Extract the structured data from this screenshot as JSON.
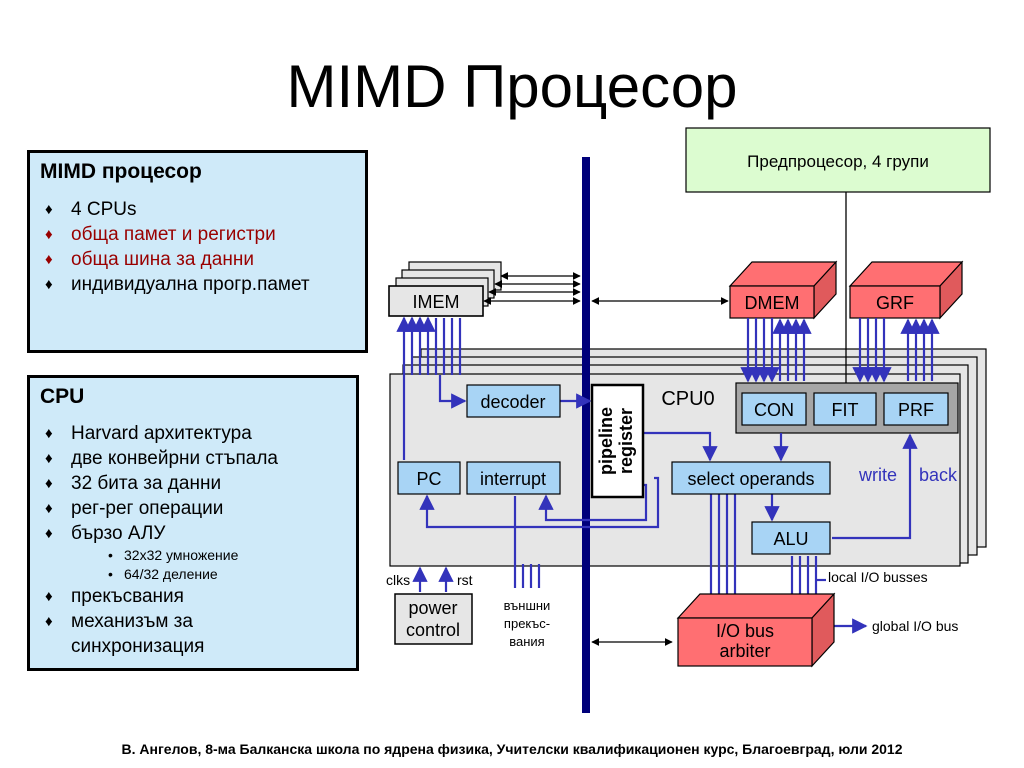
{
  "title": "MIMD Процесор",
  "panel_mimd": {
    "heading": "MIMD процесор",
    "items": [
      "4 CPUs",
      "обща памет и регистри",
      "обща шина за данни",
      "индивидуална прогр.памет"
    ]
  },
  "panel_cpu": {
    "heading": "CPU",
    "items": [
      "Harvard архитектура",
      "две конвейрни стъпала",
      "32 бита за данни",
      "рег-рег операции",
      "бързо АЛУ"
    ],
    "sub_items": [
      "32x32 умножение",
      "64/32 деление"
    ],
    "items2": [
      "прекъсвания",
      "механизъм за",
      "синхронизация"
    ]
  },
  "diagram": {
    "preprocessor": "Предпроцесор, 4 групи",
    "imem": "IMEM",
    "dmem": "DMEM",
    "grf": "GRF",
    "cpu0": "CPU0",
    "decoder": "decoder",
    "pipeline_register": [
      "pipeline",
      "register"
    ],
    "con": "CON",
    "fit": "FIT",
    "prf": "PRF",
    "pc": "PC",
    "interrupt": "interrupt",
    "select_operands": "select operands",
    "write": "write",
    "back": "back",
    "alu": "ALU",
    "clks": "clks",
    "rst": "rst",
    "power_control": [
      "power",
      "control"
    ],
    "external_interrupts": [
      "външни",
      "прекъс-",
      "вания"
    ],
    "local_io": "local I/O busses",
    "io_bus_arbiter": [
      "I/O bus",
      "arbiter"
    ],
    "global_io": "global I/O bus"
  },
  "footer": "В. Ангелов, 8-ма Балканска школа по ядрена физика, Учителски квалификационен курс, Благоевград, юли 2012",
  "colors": {
    "panel_fill": "#cfeaf9",
    "box_blue": "#a8d4f5",
    "accent_red": "#ff6f72",
    "preproc_green": "#dcfcd0",
    "wire_blue": "#3333bb",
    "bus_navy": "#00007a",
    "body_gray": "#e6e6e6"
  }
}
